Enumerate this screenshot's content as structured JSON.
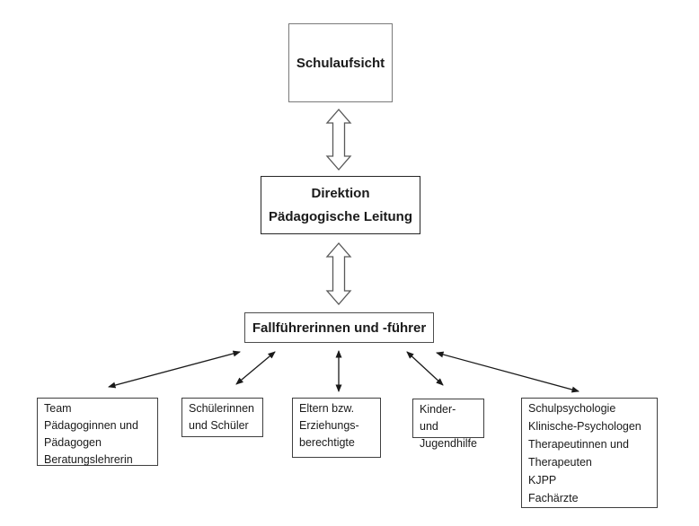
{
  "diagram": {
    "title_box": {
      "label": "Schulaufsicht"
    },
    "direktion_box": {
      "lines": [
        "Direktion",
        "Pädagogische Leitung"
      ]
    },
    "fallfuehrer_box": {
      "label": "Fallführerinnen und -führer"
    },
    "team_box": {
      "lines": [
        "Team",
        "Pädagoginnen und",
        "Pädagogen",
        "Beratungslehrerin"
      ]
    },
    "schueler_box": {
      "lines": [
        "Schülerinnen",
        "und Schüler"
      ]
    },
    "eltern_box": {
      "lines": [
        "Eltern bzw.",
        "Erziehungs-",
        "berechtigte"
      ]
    },
    "jugendhilfe_box": {
      "lines": [
        "Kinder- und",
        "Jugendhilfe"
      ]
    },
    "fachdienste_box": {
      "lines": [
        "Schulpsychologie",
        "Klinische-Psychologen",
        "Therapeutinnen und",
        "Therapeuten",
        "KJPP",
        "Fachärzte"
      ]
    },
    "colors": {
      "background": "#ffffff",
      "box_border": "#3f3f3f",
      "top_box_border": "#7a7a7a",
      "text": "#1a1a1a",
      "connector_arrow": "#1a1a1a",
      "hollow_arrow_stroke": "#595959",
      "hollow_arrow_fill": "#ffffff"
    }
  }
}
